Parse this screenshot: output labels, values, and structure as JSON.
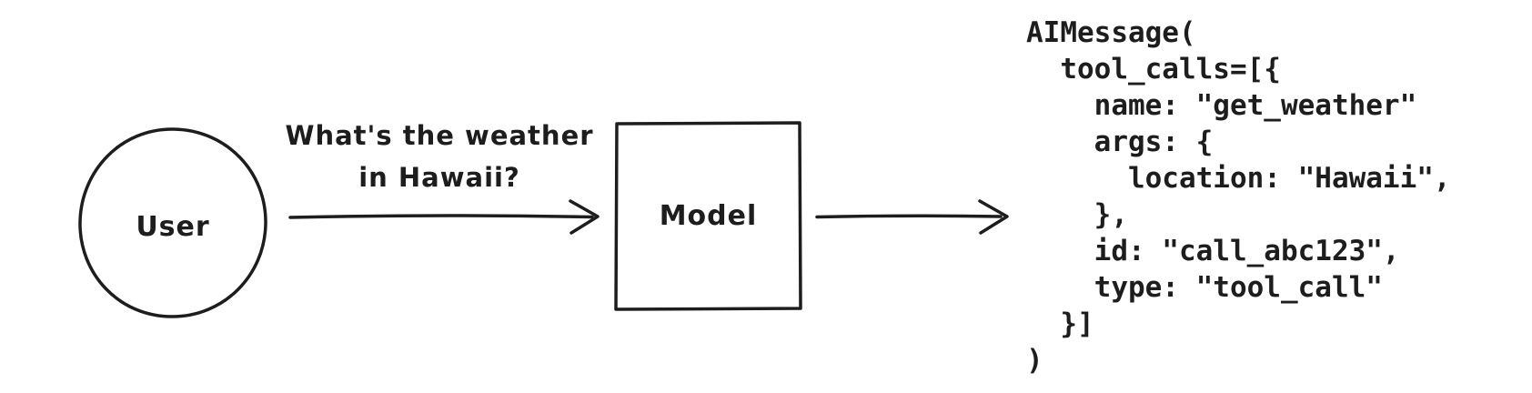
{
  "colors": {
    "ink": "#1d1d1d",
    "background": "#ffffff"
  },
  "diagram": {
    "user_node": {
      "label": "User",
      "shape": "circle"
    },
    "model_node": {
      "label": "Model",
      "shape": "square"
    },
    "user_to_model_arrow": {
      "label": "What's the weather\nin Hawaii?"
    },
    "model_output": {
      "code": "AIMessage(\n  tool_calls=[{\n    name: \"get_weather\"\n    args: {\n      location: \"Hawaii\",\n    },\n    id: \"call_abc123\",\n    type: \"tool_call\"\n  }]\n)"
    }
  }
}
